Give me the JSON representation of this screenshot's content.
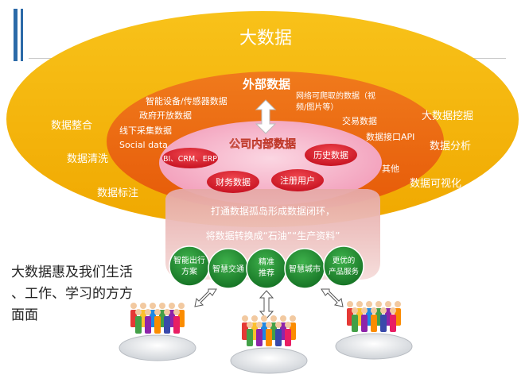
{
  "colors": {
    "outer": "#f6b800",
    "middle": "#ef6d12",
    "inner": "#f7b3c7",
    "red_pill": "#d9162a",
    "green_circle": "#1f8a2e",
    "band": "#f3d1cf",
    "blue_bar": "#2b6aa8"
  },
  "diagram": {
    "outer_title": "大数据",
    "outer_left": [
      "数据整合",
      "数据清洗",
      "数据标注"
    ],
    "outer_right": [
      "大数据挖掘",
      "数据分析",
      "数据可视化"
    ],
    "external_title": "外部数据",
    "external_left": [
      "智能设备/传感器数据",
      "政府开放数据",
      "线下采集数据",
      "Social data"
    ],
    "external_right": [
      "网络可爬取的数据（视",
      "频/图片等）",
      "交易数据",
      "数据接口API",
      "其他"
    ],
    "internal_title": "公司内部数据",
    "internal_pills": [
      "BI、CRM、ERP",
      "历史数据",
      "财务数据",
      "注册用户"
    ],
    "band_line1": "打通数据孤岛形成数据闭环，",
    "band_line2": "将数据转换成“石油”“生产资料”",
    "apps": [
      [
        "智能出行",
        "方案"
      ],
      [
        "智慧交通"
      ],
      [
        "精准",
        "推荐"
      ],
      [
        "智慧城市"
      ],
      [
        "更优的",
        "产品服务"
      ]
    ]
  },
  "caption": [
    "大数据惠及我们生活",
    "、工作、学习的方方",
    "面面"
  ]
}
